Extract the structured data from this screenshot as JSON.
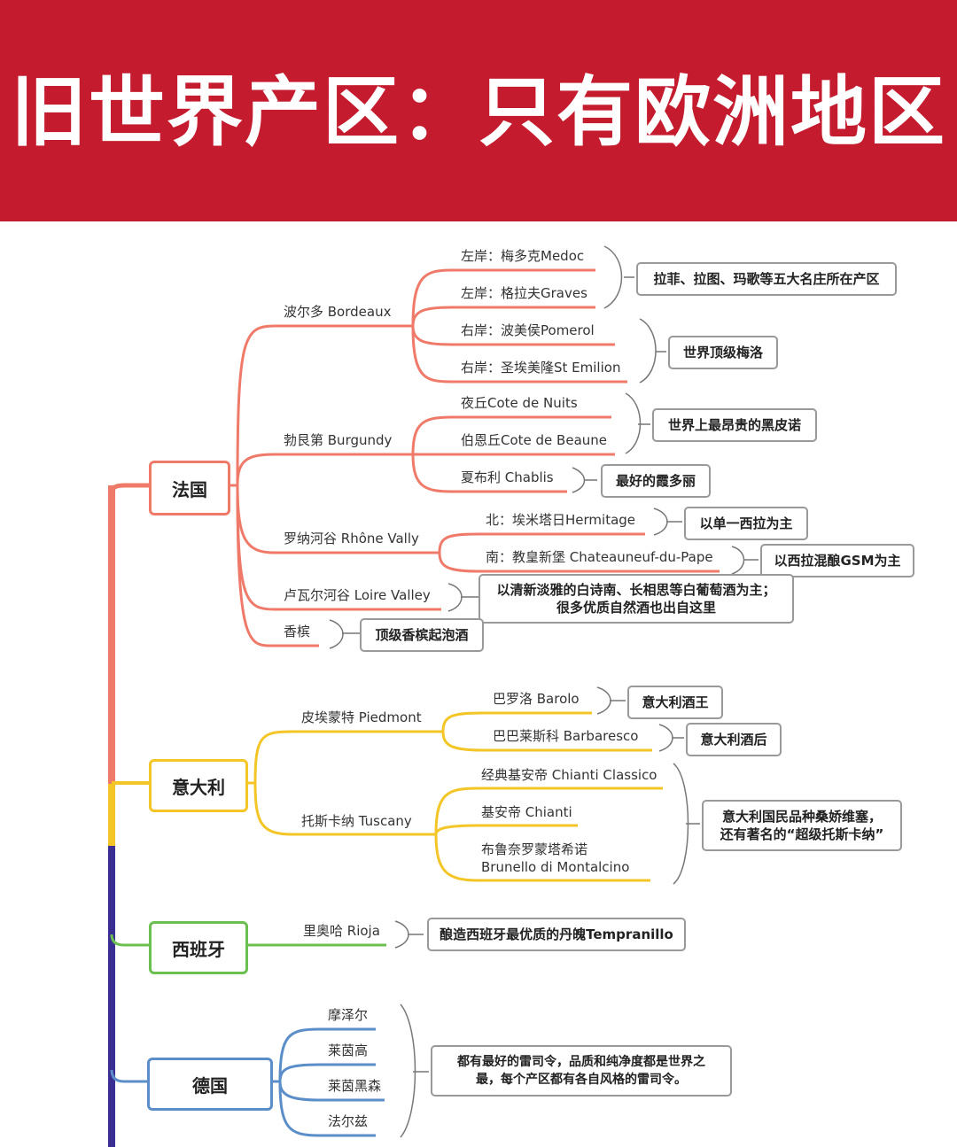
{
  "title": "旧世界产区：只有欧洲地区",
  "colors": {
    "banner": "#c41c2e",
    "france": "#f07a6a",
    "italy": "#f3c526",
    "spain": "#6bbf4e",
    "germany": "#5b8ec9",
    "trunk": "#3b2e93"
  },
  "countries": {
    "france": "法国",
    "italy": "意大利",
    "spain": "西班牙",
    "germany": "德国"
  },
  "regions": {
    "bordeaux": "波尔多 Bordeaux",
    "burgundy": "勃艮第 Burgundy",
    "rhone": "罗纳河谷 Rhône Vally",
    "loire": "卢瓦尔河谷 Loire Valley",
    "champagne": "香槟",
    "piedmont": "皮埃蒙特 Piedmont",
    "tuscany": "托斯卡纳 Tuscany",
    "rioja": "里奥哈 Rioja"
  },
  "subregions": {
    "medoc": "左岸：梅多克Medoc",
    "graves": "左岸：格拉夫Graves",
    "pomerol": "右岸：波美侯Pomerol",
    "stemilion": "右岸：圣埃美隆St Emilion",
    "nuits": "夜丘Cote de Nuits",
    "beaune": "伯恩丘Cote de Beaune",
    "chablis": "夏布利 Chablis",
    "hermitage": "北：埃米塔日Hermitage",
    "cdp": "南：教皇新堡 Chateauneuf-du-Pape",
    "barolo": "巴罗洛 Barolo",
    "barbaresco": "巴巴莱斯科 Barbaresco",
    "chianti_classico": "经典基安帝 Chianti Classico",
    "chianti": "基安帝 Chianti",
    "brunello_1": "布鲁奈罗蒙塔希诺",
    "brunello_2": "Brunello di Montalcino",
    "mosel": "摩泽尔",
    "rheingau": "莱茵高",
    "rheinhessen": "莱茵黑森",
    "pfalz": "法尔兹"
  },
  "notes": {
    "left_bank": "拉菲、拉图、玛歌等五大名庄所在产区",
    "right_bank": "世界顶级梅洛",
    "burgundy": "世界上最昂贵的黑皮诺",
    "chablis": "最好的霞多丽",
    "hermitage": "以单一西拉为主",
    "cdp": "以西拉混酿GSM为主",
    "loire": "以清新淡雅的白诗南、长相思等白葡萄酒为主；\n很多优质自然酒也出自这里",
    "champagne": "顶级香槟起泡酒",
    "barolo": "意大利酒王",
    "barbaresco": "意大利酒后",
    "tuscany": "意大利国民品种桑娇维塞，\n还有著名的“超级托斯卡纳”",
    "rioja": "酿造西班牙最优质的丹魄Tempranillo",
    "germany": "都有最好的雷司令，品质和纯净度都是世界之\n最，每个产区都有各自风格的雷司令。"
  }
}
